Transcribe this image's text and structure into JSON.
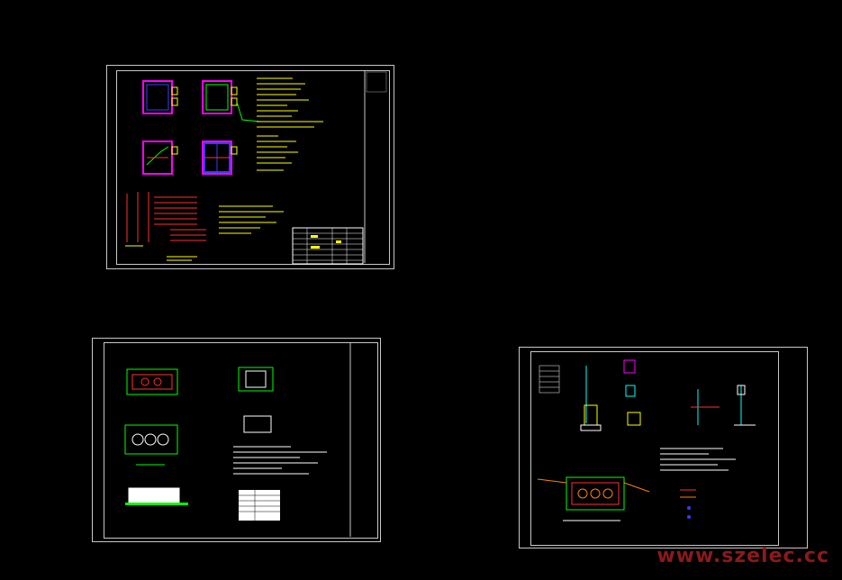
{
  "colors": {
    "background": "#000000",
    "frame": "#c8c8c8",
    "annotation": "#ffff00",
    "wall": "#ff00ff",
    "wall_blue": "#3a3aff",
    "cable": "#00ff00",
    "accent_red": "#ff3030",
    "watermark": "#8b1a1a"
  },
  "sheets": [
    {
      "id": "sheet-top-left",
      "type": "cad-drawing-sheet"
    },
    {
      "id": "sheet-bottom-left",
      "type": "cad-drawing-sheet"
    },
    {
      "id": "sheet-bottom-right",
      "type": "cad-drawing-sheet"
    }
  ],
  "watermark": "www.szelec.cc"
}
